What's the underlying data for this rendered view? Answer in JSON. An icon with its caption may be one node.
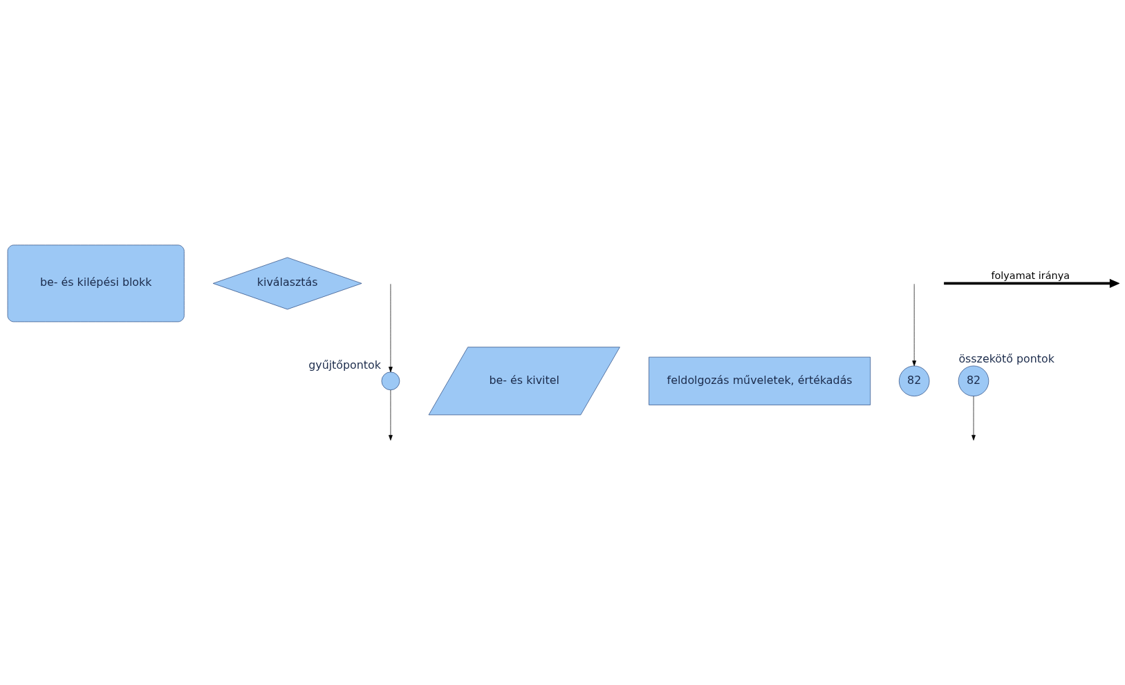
{
  "diagram": {
    "nodes": [
      {
        "text": [
          "be- és kilépési blokk"
        ]
      },
      {
        "text": [
          "kiválasztás"
        ]
      },
      {
        "text": [],
        "shape": "circle",
        "beside": [
          "gyűjtőpontok"
        ]
      },
      {
        "text": [
          "be- és kivitel"
        ]
      },
      {
        "text": [
          "feldolgozás műveletek, értékadás"
        ]
      },
      {
        "text": [
          "82"
        ]
      },
      {
        "text": [
          "82"
        ],
        "beside": [
          "összekötő pontok"
        ]
      }
    ],
    "edges": [
      {
        "from": null,
        "to": 2,
        "arrow": "to"
      },
      {
        "from": 2,
        "to": null,
        "arrow": "to"
      },
      {
        "from": null,
        "to": 5,
        "arrow": "to"
      },
      {
        "from": 6,
        "to": null,
        "arrow": "to"
      }
    ],
    "labels": [
      "folyamat iránya"
    ]
  }
}
